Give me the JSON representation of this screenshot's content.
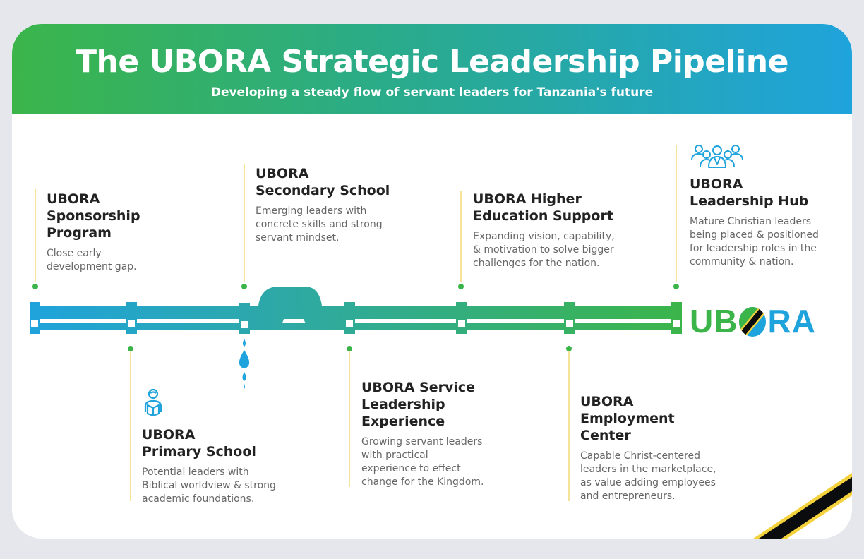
{
  "header": {
    "title": "The UBORA Strategic Leadership Pipeline",
    "subtitle": "Developing a steady flow of servant leaders for Tanzania's future"
  },
  "colors": {
    "green": "#3bb54a",
    "blue": "#1fa3dc",
    "teal": "#2fa9a2",
    "yellow": "#f4d23c",
    "black": "#0b0c0d"
  },
  "stages": [
    {
      "title": [
        "UBORA",
        "Sponsorship",
        "Program"
      ],
      "desc": [
        "Close early",
        "development gap."
      ]
    },
    {
      "title": [
        "UBORA",
        "Primary School"
      ],
      "desc": [
        "Potential leaders with",
        "Biblical worldview & strong",
        "academic foundations."
      ],
      "icon": "reading-child-icon"
    },
    {
      "title": [
        "UBORA",
        "Secondary School"
      ],
      "desc": [
        "Emerging leaders with",
        "concrete skills and strong",
        "servant mindset."
      ]
    },
    {
      "title": [
        "UBORA Service",
        "Leadership",
        "Experience"
      ],
      "desc": [
        "Growing servant leaders",
        "with practical",
        "experience to effect",
        "change for the Kingdom."
      ]
    },
    {
      "title": [
        "UBORA Higher",
        "Education Support"
      ],
      "desc": [
        "Expanding vision, capability,",
        "& motivation to solve bigger",
        "challenges for the nation."
      ]
    },
    {
      "title": [
        "UBORA",
        "Employment",
        "Center"
      ],
      "desc": [
        "Capable Christ-centered",
        "leaders in the marketplace,",
        "as value adding employees",
        "and entrepreneurs."
      ]
    },
    {
      "title": [
        "UBORA",
        "Leadership Hub"
      ],
      "desc": [
        "Mature Christian leaders",
        "being placed & positioned",
        "for leadership roles in the",
        "community & nation."
      ],
      "icon": "group-leaders-icon"
    }
  ],
  "logo": {
    "u": "U",
    "b": "B",
    "r": "R",
    "a": "A",
    "full": "UBORA"
  }
}
